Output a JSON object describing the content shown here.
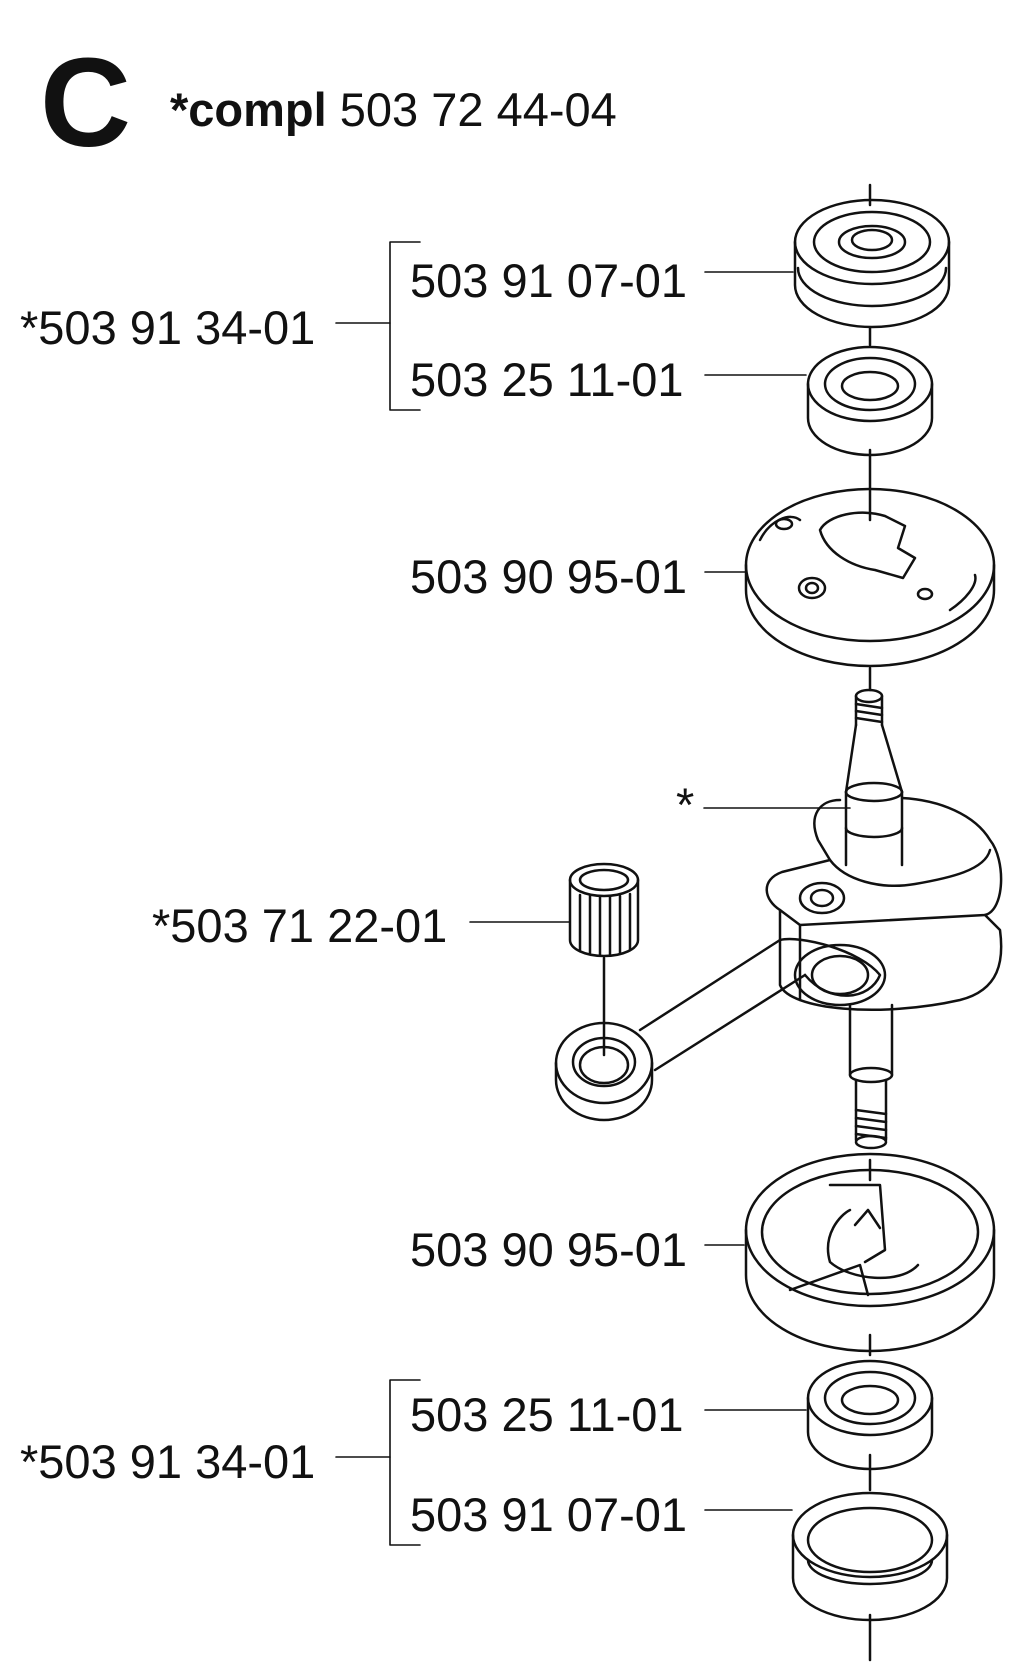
{
  "header": {
    "section_letter": "C",
    "compl_prefix": "*compl",
    "compl_number": "503 72 44-04"
  },
  "callouts": {
    "bearing_top": "503 91 07-01",
    "seal_top": "503 25 11-01",
    "kit_top": "*503 91 34-01",
    "crankcase_top": "503 90 95-01",
    "crankshaft": "*",
    "needle_bearing": "*503 71 22-01",
    "crankcase_bottom": "503 90 95-01",
    "seal_bottom": "503 25 11-01",
    "kit_bottom": "*503 91 34-01",
    "bearing_bottom": "503 91 07-01"
  }
}
